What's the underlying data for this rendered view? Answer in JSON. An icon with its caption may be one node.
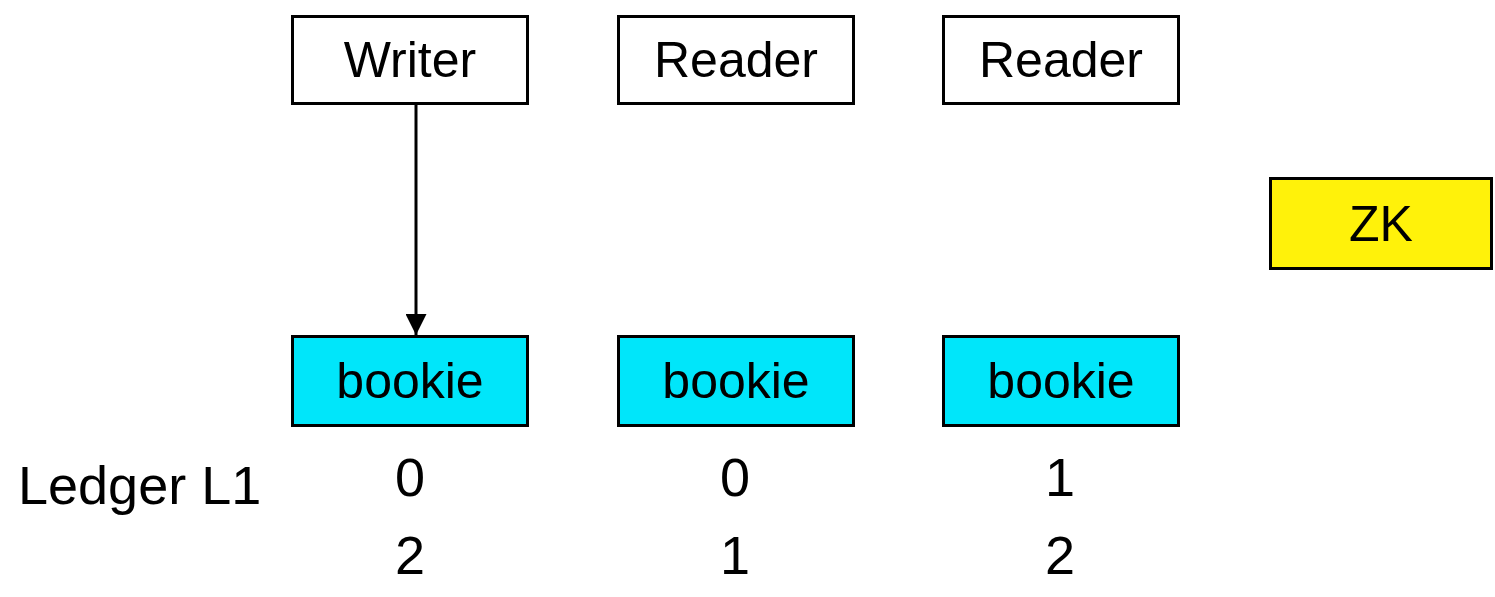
{
  "diagram": {
    "nodes": [
      {
        "text": [
          "Writer"
        ]
      },
      {
        "text": [
          "Reader"
        ]
      },
      {
        "text": [
          "Reader"
        ]
      },
      {
        "text": [
          "ZK"
        ]
      },
      {
        "text": [
          "bookie"
        ]
      },
      {
        "text": [
          "bookie"
        ]
      },
      {
        "text": [
          "bookie"
        ]
      }
    ],
    "edges": [
      {
        "from": 0,
        "to": 4,
        "arrow": "to"
      }
    ],
    "labels": [
      "Ledger L1",
      "0",
      "0",
      "1",
      "2",
      "1",
      "2"
    ]
  }
}
